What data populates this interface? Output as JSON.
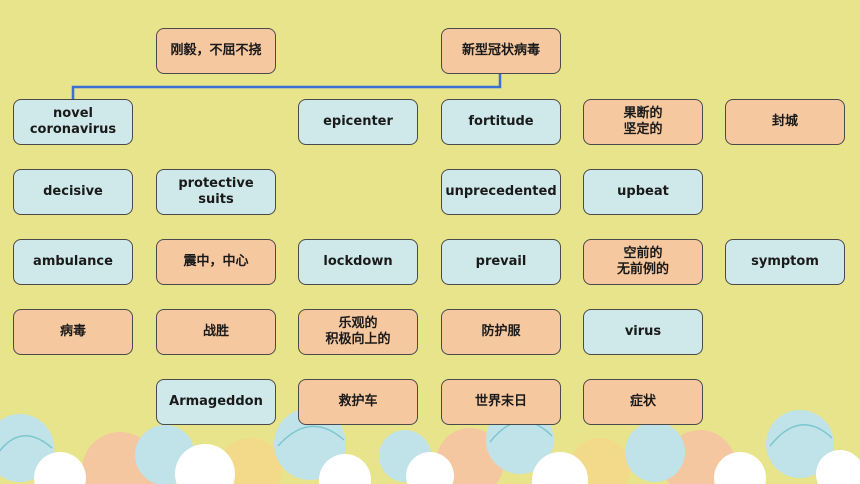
{
  "cards": [
    {
      "id": "c-ganyi",
      "text": "刚毅，不屈不挠",
      "color": "orange"
    },
    {
      "id": "c-xinxing",
      "text": "新型冠状病毒",
      "color": "orange"
    },
    {
      "id": "c-novel",
      "text": "novel\ncoronavirus",
      "color": "blue"
    },
    {
      "id": "c-epicenter",
      "text": "epicenter",
      "color": "blue"
    },
    {
      "id": "c-fortitude",
      "text": "fortitude",
      "color": "blue"
    },
    {
      "id": "c-guoduan",
      "text": "果断的\n坚定的",
      "color": "orange"
    },
    {
      "id": "c-fengcheng",
      "text": "封城",
      "color": "orange"
    },
    {
      "id": "c-decisive",
      "text": "decisive",
      "color": "blue"
    },
    {
      "id": "c-protective",
      "text": "protective\nsuits",
      "color": "blue"
    },
    {
      "id": "c-unprecedented",
      "text": "unprecedented",
      "color": "blue"
    },
    {
      "id": "c-upbeat",
      "text": "upbeat",
      "color": "blue"
    },
    {
      "id": "c-ambulance",
      "text": "ambulance",
      "color": "blue"
    },
    {
      "id": "c-zhenzhong",
      "text": "震中，中心",
      "color": "orange"
    },
    {
      "id": "c-lockdown",
      "text": "lockdown",
      "color": "blue"
    },
    {
      "id": "c-prevail",
      "text": "prevail",
      "color": "blue"
    },
    {
      "id": "c-kongqian",
      "text": "空前的\n无前例的",
      "color": "orange"
    },
    {
      "id": "c-symptom",
      "text": "symptom",
      "color": "blue"
    },
    {
      "id": "c-bingdu",
      "text": "病毒",
      "color": "orange"
    },
    {
      "id": "c-zhansheng",
      "text": "战胜",
      "color": "orange"
    },
    {
      "id": "c-leguan",
      "text": "乐观的\n积极向上的",
      "color": "orange"
    },
    {
      "id": "c-fanghufu",
      "text": "防护服",
      "color": "orange"
    },
    {
      "id": "c-virus",
      "text": "virus",
      "color": "blue"
    },
    {
      "id": "c-armageddon",
      "text": "Armageddon",
      "color": "blue"
    },
    {
      "id": "c-jiuhuche",
      "text": "救护车",
      "color": "orange"
    },
    {
      "id": "c-shijiemori",
      "text": "世界末日",
      "color": "orange"
    },
    {
      "id": "c-zhengzhuang",
      "text": "症状",
      "color": "orange"
    }
  ],
  "colors": {
    "background": "#e8e48c",
    "card_blue": "#cfe9ea",
    "card_orange": "#f6c8a0",
    "connector": "#3b6fd4"
  }
}
